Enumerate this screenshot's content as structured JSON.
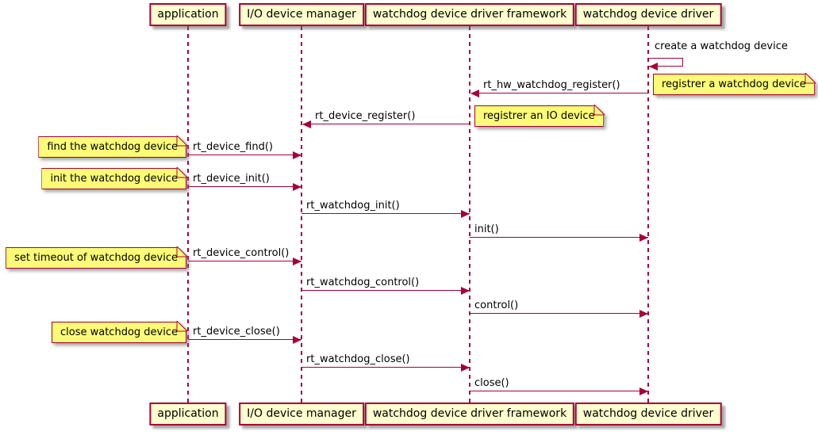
{
  "diagram": {
    "participants": [
      {
        "name": "application"
      },
      {
        "name": "I/O device manager"
      },
      {
        "name": "watchdog device driver framework"
      },
      {
        "name": "watchdog device driver"
      }
    ],
    "self_message": {
      "label": "create a watchdog device"
    },
    "messages": [
      {
        "label": "rt_hw_watchdog_register()",
        "from": "watchdog device driver",
        "to": "watchdog device driver framework"
      },
      {
        "label": "rt_device_register()",
        "from": "watchdog device driver framework",
        "to": "I/O device manager"
      },
      {
        "label": "rt_device_find()",
        "from": "application",
        "to": "I/O device manager"
      },
      {
        "label": "rt_device_init()",
        "from": "application",
        "to": "I/O device manager"
      },
      {
        "label": "rt_watchdog_init()",
        "from": "I/O device manager",
        "to": "watchdog device driver framework"
      },
      {
        "label": "init()",
        "from": "watchdog device driver framework",
        "to": "watchdog device driver"
      },
      {
        "label": "rt_device_control()",
        "from": "application",
        "to": "I/O device manager"
      },
      {
        "label": "rt_watchdog_control()",
        "from": "I/O device manager",
        "to": "watchdog device driver framework"
      },
      {
        "label": "control()",
        "from": "watchdog device driver framework",
        "to": "watchdog device driver"
      },
      {
        "label": "rt_device_close()",
        "from": "application",
        "to": "I/O device manager"
      },
      {
        "label": "rt_watchdog_close()",
        "from": "I/O device manager",
        "to": "watchdog device driver framework"
      },
      {
        "label": "close()",
        "from": "watchdog device driver framework",
        "to": "watchdog device driver"
      }
    ],
    "notes": [
      {
        "text": "registrer a watchdog device"
      },
      {
        "text": "registrer an IO device"
      },
      {
        "text": "find the watchdog device"
      },
      {
        "text": "init the watchdog device"
      },
      {
        "text": "set timeout of watchdog device"
      },
      {
        "text": "close watchdog device"
      }
    ],
    "colors": {
      "line": "#A80036",
      "participant_fill": "#FEFECE",
      "note_fill": "#FBFB77",
      "background": "#FFFFFF",
      "text": "#000000"
    }
  }
}
